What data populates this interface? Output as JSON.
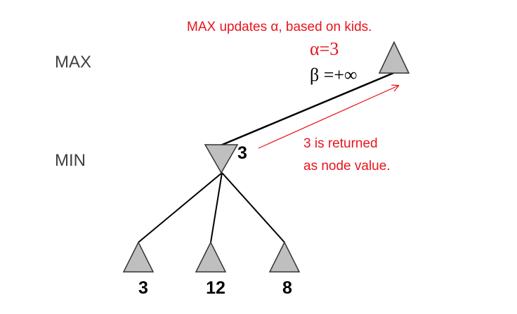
{
  "levels": {
    "max_label": "MAX",
    "min_label": "MIN"
  },
  "annotations": {
    "header": "MAX updates α, based on kids.",
    "alpha": "α=3",
    "beta": "β =+∞",
    "returned_line1": "3 is returned",
    "returned_line2": "as node value."
  },
  "nodes": {
    "min_value": "3",
    "leaves": [
      "3",
      "12",
      "8"
    ]
  },
  "colors": {
    "annotation": "#e8141c",
    "node_fill": "#bfbfbf",
    "stroke": "#000000",
    "label": "#404040"
  }
}
